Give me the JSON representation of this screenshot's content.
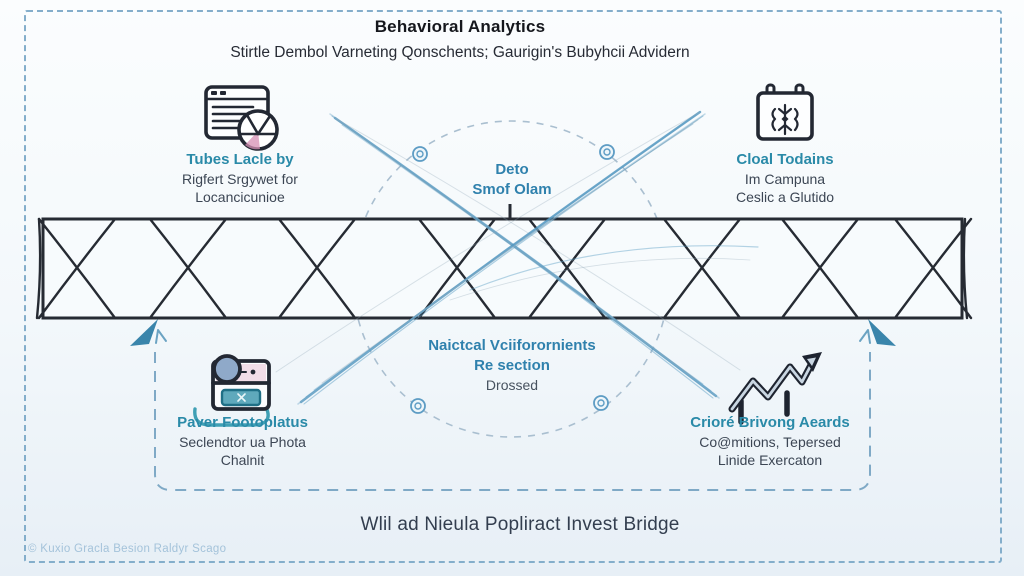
{
  "header": {
    "title": "Behavioral Analytics",
    "subtitle": "Stirtle Dembol Varneting Qonschents; Gaurigin's Bubyhcii Advidern"
  },
  "nodes": {
    "top_left": {
      "icon": "browser-analytics-icon",
      "title": "Tubes Lacle by",
      "line1": "Rigfert Srgywet for",
      "line2": "Locancicunioe"
    },
    "top_right": {
      "icon": "calendar-snowflake-icon",
      "title": "Cloal Todains",
      "line1": "Im Campuna",
      "line2": "Ceslic a Glutido"
    },
    "bottom_left": {
      "icon": "camera-device-icon",
      "title": "Paver Footoplatus",
      "line1": "Seclendtor ua Phota",
      "line2": "Chalnit"
    },
    "bottom_right": {
      "icon": "trend-arrow-icon",
      "title": "Crioré Brivong Aeards",
      "line1": "Co@mitions, Tepersed",
      "line2": "Linide Exercaton"
    }
  },
  "center": {
    "top_label": {
      "line1": "Deto",
      "line2": "Smof Olam"
    },
    "mid_label": {
      "line1": "Naictcal Vciiforornients",
      "line2": "Re section",
      "line3": "Drossed"
    }
  },
  "caption": "Wlil ad Nieula Popliract Invest Bridge",
  "watermark": "© Kuxio Gracla Besion Raldyr Scago",
  "colors": {
    "accent_teal": "#2a8aa8",
    "line_blue": "#4e94bd",
    "truss_dark": "#262b33",
    "border_blue": "#84aecb",
    "pink_accent": "#d58fb4"
  }
}
